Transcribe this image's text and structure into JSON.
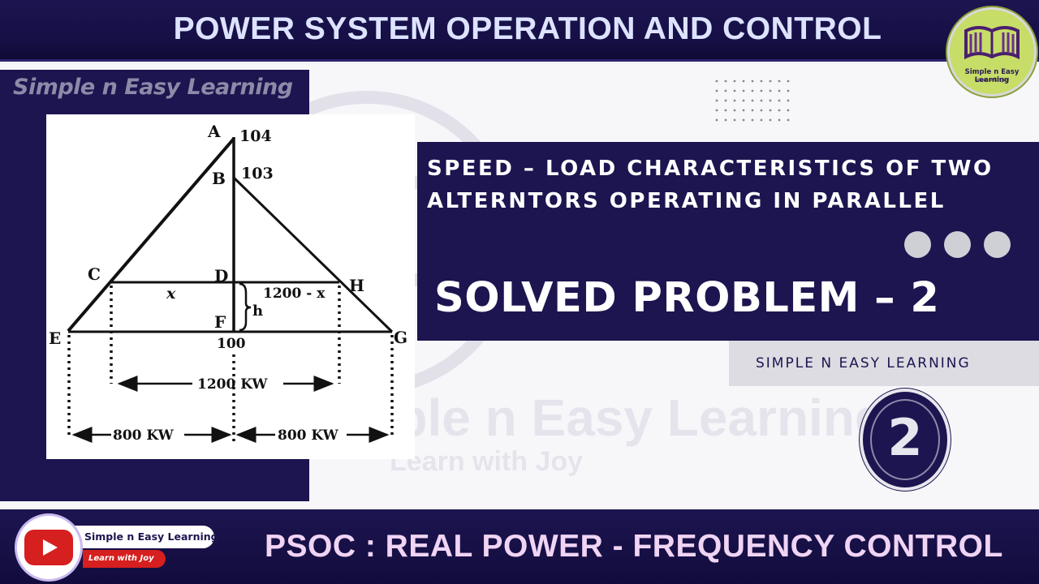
{
  "header": {
    "title": "POWER SYSTEM OPERATION AND CONTROL"
  },
  "logo": {
    "icon": "book-logo-icon",
    "name": "Simple n Easy Learning",
    "tagline": "Learn with Joy"
  },
  "left_panel": {
    "brand": "Simple n Easy Learning"
  },
  "diagram": {
    "point_labels": {
      "A": "A",
      "B": "B",
      "C": "C",
      "D": "D",
      "E": "E",
      "F": "F",
      "G": "G",
      "H": "H"
    },
    "values": {
      "a": "104",
      "b": "103",
      "f": "100"
    },
    "var_x": "x",
    "var_rest": "1200 - x",
    "var_h": "h",
    "dim_total": "1200 KW",
    "dim_left": "800 KW",
    "dim_right": "800 KW"
  },
  "subject": {
    "line1": "SPEED – LOAD CHARACTERISTICS OF TWO",
    "line2": "ALTERNTORS OPERATING IN PARALLEL",
    "problem": "SOLVED PROBLEM – 2"
  },
  "channel_strip": {
    "text": "SIMPLE N EASY LEARNING"
  },
  "badge": {
    "number": "2"
  },
  "watermark": {
    "text": "Simple n Easy Learning",
    "sub": "Learn with Joy"
  },
  "footer": {
    "title": "PSOC : REAL POWER - FREQUENCY CONTROL",
    "channel": {
      "icon": "youtube-play-icon",
      "name": "Simple n Easy Learning",
      "tagline": "Learn with Joy"
    }
  },
  "colors": {
    "navy": "#1c1550",
    "header_text": "#dde3ff",
    "footer_text": "#f0d4f4",
    "logo_green": "#c6dd68",
    "youtube_red": "#d61f1f"
  }
}
